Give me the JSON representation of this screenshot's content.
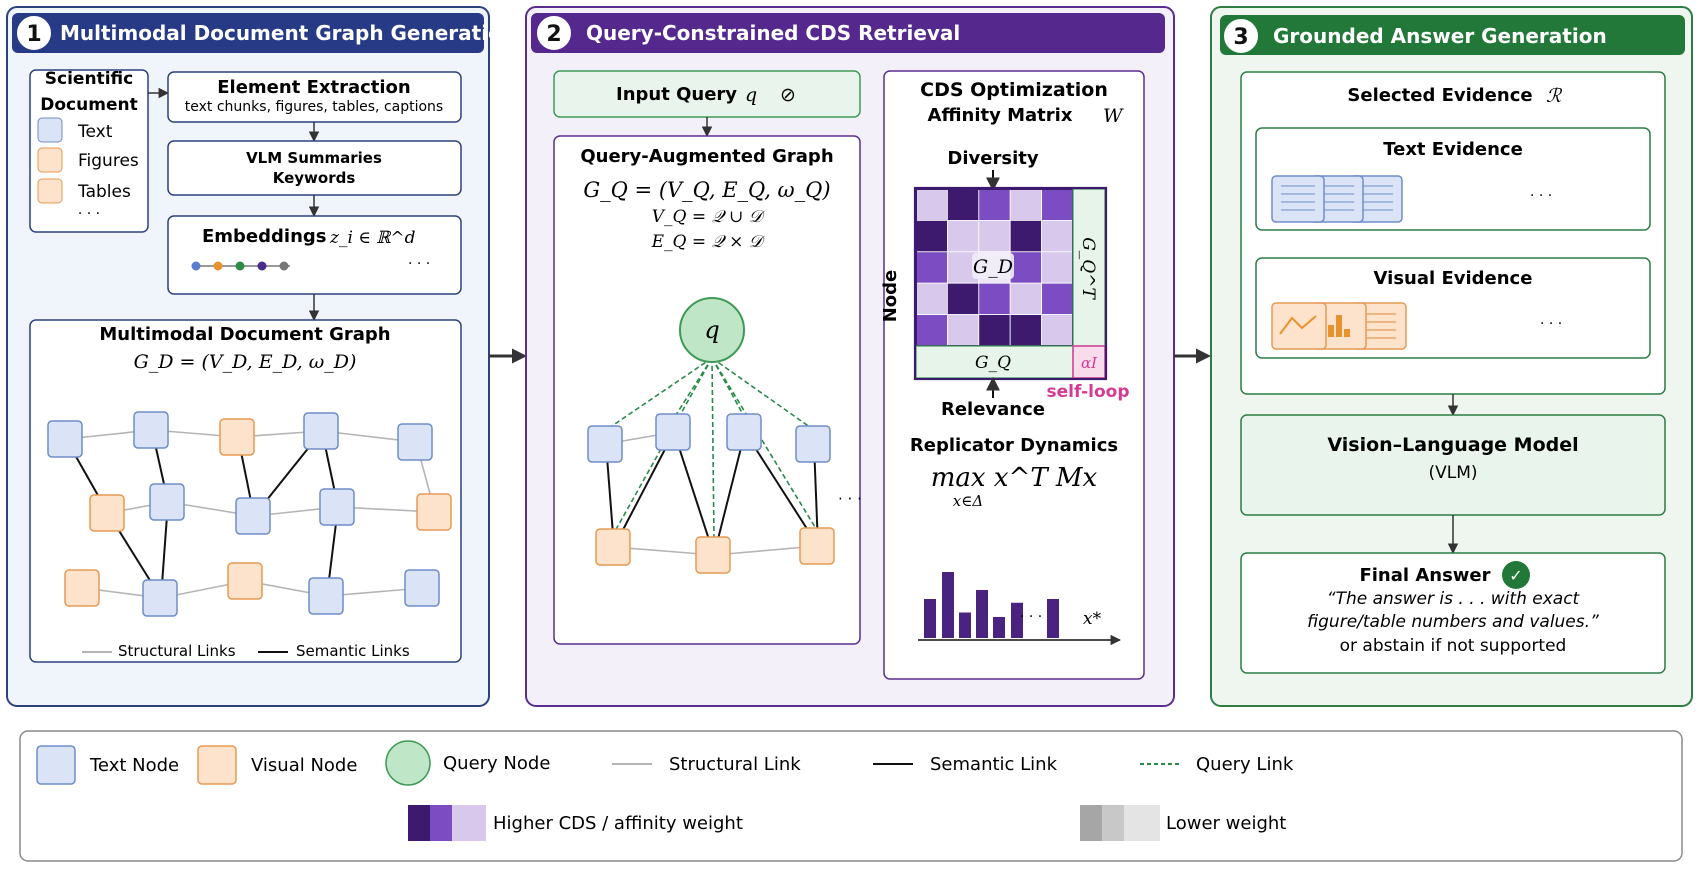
{
  "panel1": {
    "number": "1",
    "title": "Multimodal Document Graph Generation",
    "doc_title_line1": "Scientific",
    "doc_title_line2": "Document",
    "doc_items": [
      "Text",
      "Figures",
      "Tables"
    ],
    "doc_more": "· · ·",
    "extraction_title": "Element Extraction",
    "extraction_sub": "text chunks, figures, tables, captions",
    "vlm_line1": "VLM Summaries",
    "vlm_line2": "Keywords",
    "embeddings_title": "Embeddings",
    "embeddings_math": "z_i ∈ ℝ^d",
    "embeddings_more": "· · ·",
    "graph_title": "Multimodal Document Graph",
    "graph_math": "G_D = (V_D, E_D, ω_D)",
    "legend_structural": "Structural Links",
    "legend_semantic": "Semantic Links"
  },
  "panel2": {
    "number": "2",
    "title": "Query-Constrained CDS Retrieval",
    "input_query": "Input Query",
    "input_query_var": "q",
    "input_query_symbol": "⊘",
    "qag_title": "Query-Augmented Graph",
    "qag_math1": "G_Q = (V_Q, E_Q, ω_Q)",
    "qag_math2": "V_Q = 𝒬 ∪ 𝒟",
    "qag_math3": "E_Q = 𝒬 × 𝒟",
    "query_node_label": "q",
    "qag_more": "· · ·",
    "cds_title1": "CDS Optimization",
    "cds_title2": "Affinity Matrix",
    "cds_title2_var": "W",
    "diversity": "Diversity",
    "node_label": "Node",
    "gd_label": "G_D",
    "gqt_label": "G_Q^T",
    "gq_label": "G_Q",
    "alpha_label": "αI",
    "self_loop": "self-loop",
    "relevance": "Relevance",
    "replicator_title": "Replicator Dynamics",
    "replicator_math": "max x^T Mx",
    "replicator_sub": "x∈Δ",
    "hist_more": "· · ·",
    "hist_label": "x*",
    "matrix_levels": [
      [
        1,
        3,
        2,
        1,
        2
      ],
      [
        3,
        1,
        1,
        3,
        1
      ],
      [
        2,
        1,
        0,
        2,
        1
      ],
      [
        1,
        3,
        2,
        1,
        2
      ],
      [
        2,
        1,
        3,
        3,
        1
      ]
    ],
    "hist_values": [
      0.52,
      0.88,
      0.34,
      0.64,
      0.28,
      0.47,
      0.52
    ]
  },
  "panel3": {
    "number": "3",
    "title": "Grounded Answer Generation",
    "selected_evidence": "Selected Evidence",
    "selected_evidence_var": "ℛ",
    "text_evidence": "Text Evidence",
    "text_more": "· · ·",
    "visual_evidence": "Visual Evidence",
    "visual_more": "· · ·",
    "vlm_title": "Vision–Language Model",
    "vlm_sub": "(VLM)",
    "final_title": "Final Answer",
    "final_check": "✓",
    "final_q1": "“The answer is . . .  with exact",
    "final_q2": "figure/table numbers and values.”",
    "final_q3": "or abstain if not supported"
  },
  "legend": {
    "text_node": "Text Node",
    "visual_node": "Visual Node",
    "query_node": "Query Node",
    "structural_link": "Structural Link",
    "semantic_link": "Semantic Link",
    "query_link": "Query Link",
    "higher": "Higher CDS / affinity weight",
    "lower": "Lower weight"
  },
  "colors": {
    "panel1_header": "#263a86",
    "panel1_border": "#2c4180",
    "panel1_fill": "#f0f4fb",
    "panel2_header": "#55288e",
    "panel2_border": "#5a2e90",
    "panel2_fill": "#f4f0fa",
    "panel3_header": "#217838",
    "panel3_border": "#2d7d45",
    "panel3_fill": "#eef6ef",
    "text_node_fill": "#dbe4f6",
    "text_node_stroke": "#6f8cc8",
    "visual_node_fill": "#fde3cc",
    "visual_node_stroke": "#e79a55",
    "query_node_fill": "#bfe6c6",
    "query_node_stroke": "#3f9a57",
    "query_link": "#2a8a4a",
    "purple_1": "#d7c8ec",
    "purple_2": "#9b6fd0",
    "purple_3": "#7c4cc2",
    "purple_4": "#3d1a6e",
    "pink": "#d43b94"
  }
}
